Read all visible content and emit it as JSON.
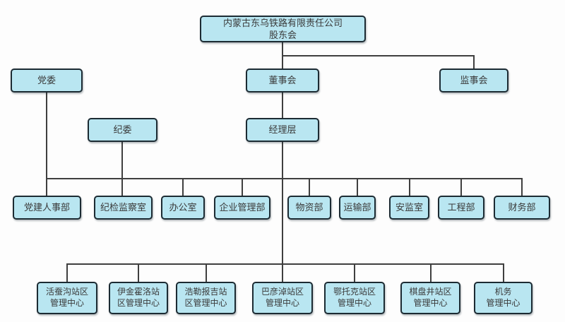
{
  "colors": {
    "box_fill": "#b9e6f1",
    "box_border": "#1c2b33",
    "box_text": "#3a3a3a",
    "line": "#3f3f3f",
    "page_bg": "#fdfdfd"
  },
  "org": {
    "root": {
      "line1": "内蒙古东乌铁路有限责任公司",
      "line2": "股东会"
    },
    "party_committee": "党委",
    "board_of_directors": "董事会",
    "supervisory_board": "监事会",
    "discipline_committee": "纪委",
    "management_team": "经理层",
    "departments": [
      "党建人事部",
      "纪检监察室",
      "办公室",
      "企业管理部",
      "物资部",
      "运输部",
      "安监室",
      "工程部",
      "财务部"
    ],
    "centers": [
      [
        "活蚕沟站区",
        "管理中心"
      ],
      [
        "伊金霍洛站",
        "区管理中心"
      ],
      [
        "浩勒报吉站",
        "区管理中心"
      ],
      [
        "巴彦淖站区",
        "管理中心"
      ],
      [
        "鄂托克站区",
        "管理中心"
      ],
      [
        "棋盘井站区",
        "管理中心"
      ],
      [
        "机务",
        "管理中心"
      ]
    ]
  }
}
